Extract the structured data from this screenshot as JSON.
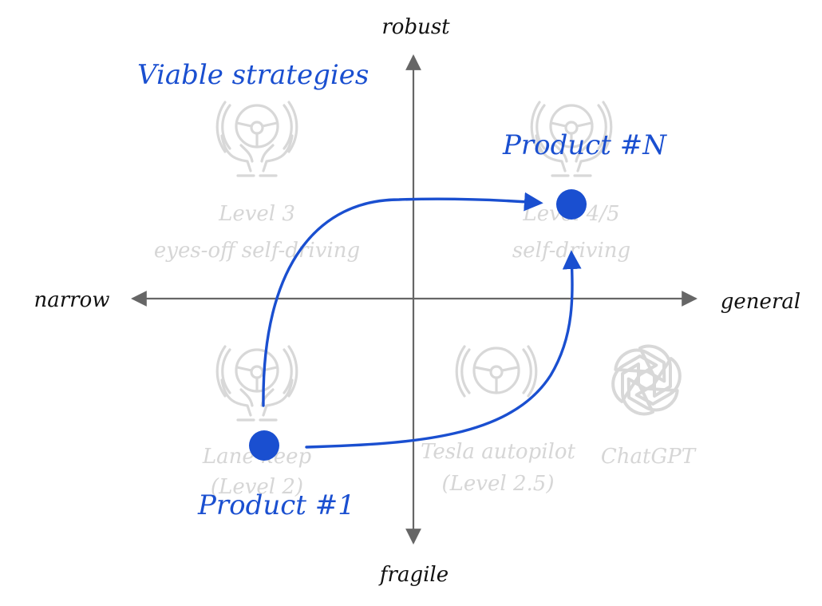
{
  "axes": {
    "top": "robust",
    "bottom": "fragile",
    "left": "narrow",
    "right": "general"
  },
  "heading": "Viable strategies",
  "products": {
    "start": "Product #1",
    "end": "Product #N"
  },
  "items": {
    "lane_keep": {
      "line1": "Lane keep",
      "line2": "(Level 2)",
      "icon": "steering-hands-icon"
    },
    "level3": {
      "line1": "Level 3",
      "line2": "eyes-off self-driving",
      "icon": "steering-hands-icon"
    },
    "level45": {
      "line1": "Level 4/5",
      "line2": "self-driving",
      "icon": "steering-hands-icon"
    },
    "tesla": {
      "line1": "Tesla autopilot",
      "line2": "(Level 2.5)",
      "icon": "steering-wheel-icon"
    },
    "chatgpt": {
      "line1": "ChatGPT",
      "icon": "chatgpt-logo-icon"
    }
  },
  "colors": {
    "accent": "#1a4fd0",
    "axis": "#666666",
    "ghost": "#d6d6d6"
  }
}
